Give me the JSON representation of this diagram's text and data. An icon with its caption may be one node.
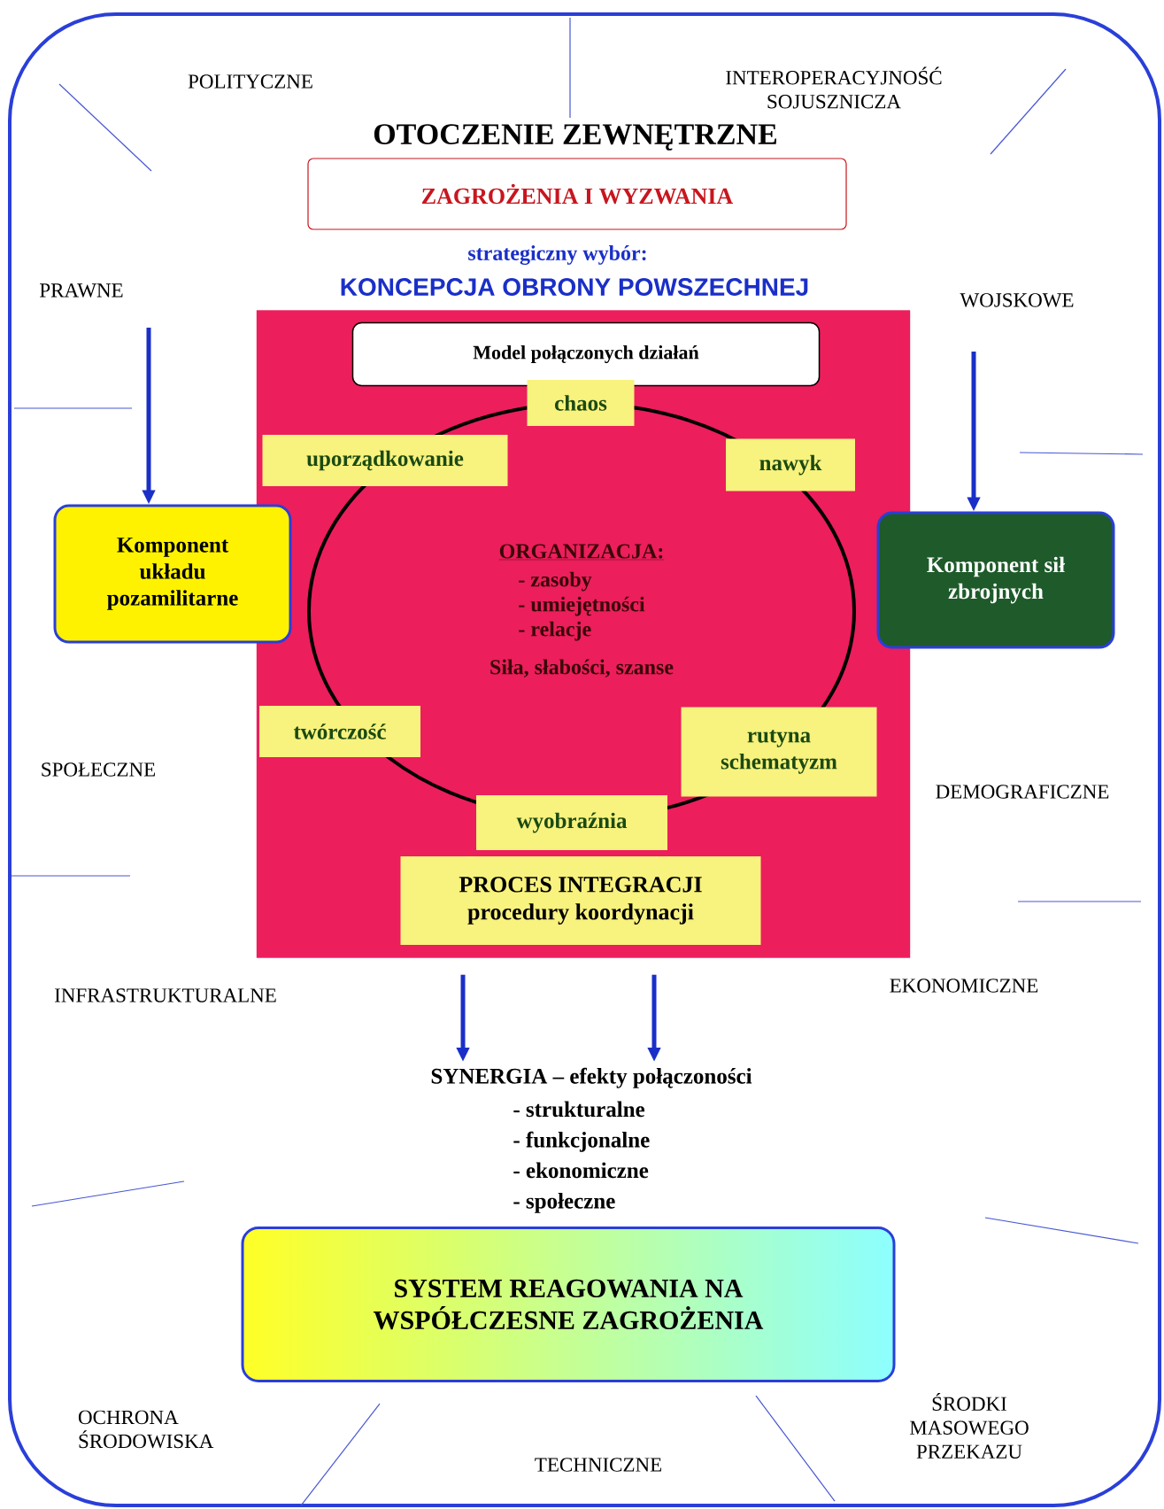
{
  "diagram": {
    "title": "OTOCZENIE ZEWNĘTRZNE",
    "nodes": [
      {
        "text": [
          "ZAGROŻENIA I WYZWANIA"
        ]
      },
      {
        "text": [],
        "shape": "box"
      },
      {
        "text": [
          "Model połączonych działań"
        ],
        "in": 1
      },
      {
        "text": [
          "chaos"
        ],
        "in": 1
      },
      {
        "text": [
          "uporządkowanie"
        ],
        "in": 1
      },
      {
        "text": [
          "nawyk"
        ],
        "in": 1
      },
      {
        "text": [
          "ORGANIZACJA:",
          "- zasoby",
          "- umiejętności",
          "- relacje",
          "Siła, słabości, szanse"
        ],
        "in": 1
      },
      {
        "text": [
          "twórczość"
        ],
        "in": 1
      },
      {
        "text": [
          "rutyna schematyzm"
        ],
        "in": 1
      },
      {
        "text": [
          "wyobraźnia"
        ],
        "in": 1
      },
      {
        "text": [
          "PROCES INTEGRACJI",
          "procedury koordynacji"
        ],
        "in": 1
      },
      {
        "text": [
          "Komponent układu pozamilitarne"
        ]
      },
      {
        "text": [
          "Komponent sił zbrojnych"
        ]
      },
      {
        "text": [
          "SYNERGIA – efekty połączoności",
          "- strukturalne",
          "- funkcjonalne",
          "- ekonomiczne",
          "- społeczne"
        ]
      },
      {
        "text": [
          "SYSTEM REAGOWANIA NA WSPÓŁCZESNE ZAGROŻENIA"
        ]
      }
    ],
    "edges": [
      {
        "from": null,
        "to": 11,
        "arrow": "to"
      },
      {
        "from": null,
        "to": 12,
        "arrow": "to"
      },
      {
        "from": 1,
        "to": 13,
        "arrow": "to"
      },
      {
        "from": 1,
        "to": 13,
        "arrow": "to"
      }
    ],
    "labels": [
      "POLITYCZNE",
      "INTEROPERACYJNOŚĆ SOJUSZNICZA",
      "strategiczny wybór:",
      "KONCEPCJA OBRONY POWSZECHNEJ",
      "PRAWNE",
      "WOJSKOWE",
      "SPOŁECZNE",
      "DEMOGRAFICZNE",
      "INFRASTRUKTURALNE",
      "EKONOMICZNE",
      "ŚRODKI MASOWEGO PRZEKAZU",
      "OCHRONA ŚRODOWISKA",
      "TECHNICZNE"
    ]
  }
}
